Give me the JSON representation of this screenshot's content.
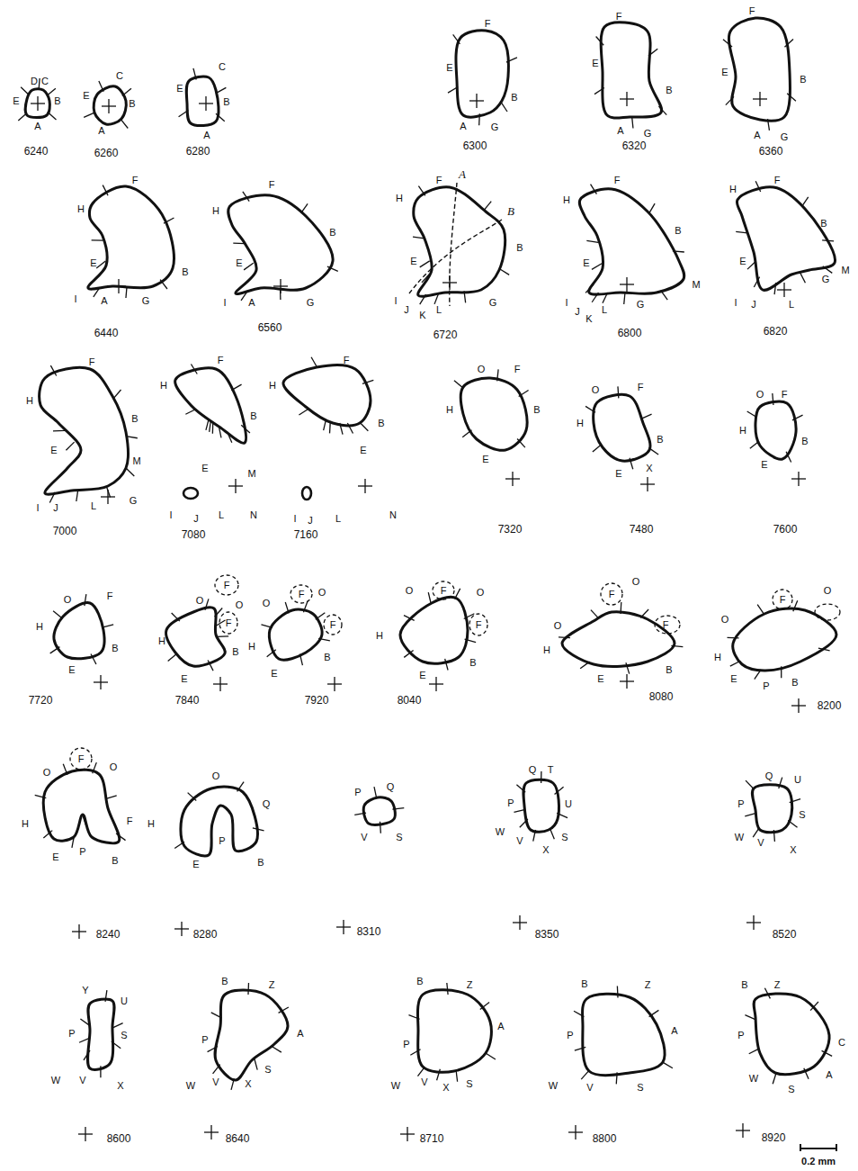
{
  "diagram": {
    "labels": [
      "D",
      "C",
      "E",
      "B",
      "A",
      "6240",
      "C",
      "E",
      "B",
      "A",
      "6260",
      "C",
      "E",
      "B",
      "A",
      "6280",
      "F",
      "E",
      "B",
      "A",
      "G",
      "6300",
      "F",
      "E",
      "B",
      "A",
      "G",
      "6320",
      "F",
      "B",
      "E",
      "A",
      "G",
      "6360",
      "F",
      "H",
      "E",
      "B",
      "I",
      "A",
      "G",
      "6440",
      "F",
      "H",
      "B",
      "E",
      "I",
      "A",
      "G",
      "6560",
      "F",
      "A",
      "H",
      "B",
      "B",
      "E",
      "I",
      "J",
      "K",
      "L",
      "G",
      "6720",
      "F",
      "H",
      "B",
      "E",
      "M",
      "I",
      "J",
      "K",
      "L",
      "G",
      "6800",
      "F",
      "H",
      "B",
      "E",
      "G",
      "M",
      "I",
      "J",
      "L",
      "6820",
      "F",
      "H",
      "B",
      "E",
      "M",
      "G",
      "I",
      "J",
      "L",
      "7000",
      "F",
      "H",
      "B",
      "E",
      "M",
      "I",
      "J",
      "L",
      "N",
      "7080",
      "F",
      "H",
      "B",
      "E",
      "I",
      "J",
      "L",
      "N",
      "7160",
      "O",
      "F",
      "H",
      "B",
      "E",
      "7320",
      "O",
      "F",
      "H",
      "B",
      "E",
      "X",
      "7480",
      "O",
      "F",
      "H",
      "B",
      "E",
      "7600",
      "O",
      "F",
      "H",
      "B",
      "E",
      "7720",
      "F",
      "O",
      "O",
      "F",
      "H",
      "B",
      "E",
      "7840",
      "O",
      "F",
      "O",
      "H",
      "F",
      "B",
      "E",
      "7920",
      "O",
      "F",
      "O",
      "H",
      "F",
      "B",
      "E",
      "8040",
      "F",
      "O",
      "O",
      "F",
      "H",
      "E",
      "B",
      "8080",
      "F",
      "O",
      "O",
      "H",
      "E",
      "P",
      "B",
      "8200",
      "F",
      "O",
      "O",
      "H",
      "F",
      "E",
      "P",
      "B",
      "8240",
      "O",
      "Q",
      "H",
      "E",
      "P",
      "B",
      "8280",
      "P",
      "Q",
      "V",
      "S",
      "8310",
      "Q",
      "T",
      "P",
      "U",
      "W",
      "V",
      "S",
      "X",
      "8350",
      "Q",
      "U",
      "P",
      "S",
      "W",
      "V",
      "X",
      "8520",
      "Y",
      "U",
      "P",
      "S",
      "W",
      "V",
      "X",
      "8600",
      "B",
      "Z",
      "P",
      "A",
      "S",
      "W",
      "V",
      "X",
      "8640",
      "B",
      "Z",
      "P",
      "A",
      "S",
      "W",
      "V",
      "X",
      "8710",
      "B",
      "Z",
      "P",
      "A",
      "S",
      "W",
      "V",
      "8800",
      "B",
      "Z",
      "C",
      "P",
      "A",
      "W",
      "S",
      "8920",
      "0.2 mm"
    ]
  }
}
